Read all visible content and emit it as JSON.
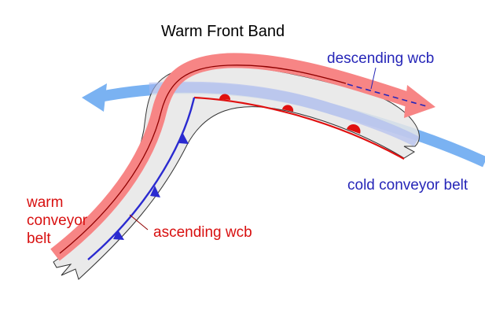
{
  "title": "Warm Front Band",
  "labels": {
    "descending_wcb": "descending wcb",
    "cold_conveyor_belt": "cold conveyor belt",
    "warm_conveyor_belt_line1": "warm",
    "warm_conveyor_belt_line2": "conveyor",
    "warm_conveyor_belt_line3": "belt",
    "ascending_wcb": "ascending wcb"
  },
  "colors": {
    "warm_conveyor_belt": "#f78585",
    "cold_conveyor_belt": "#7ab2f2",
    "cloud_band": "#e6e6e6",
    "warm_front": "#e01010",
    "cold_front": "#2a2ad0",
    "text_blue": "#2626b8",
    "text_red": "#d81010"
  }
}
